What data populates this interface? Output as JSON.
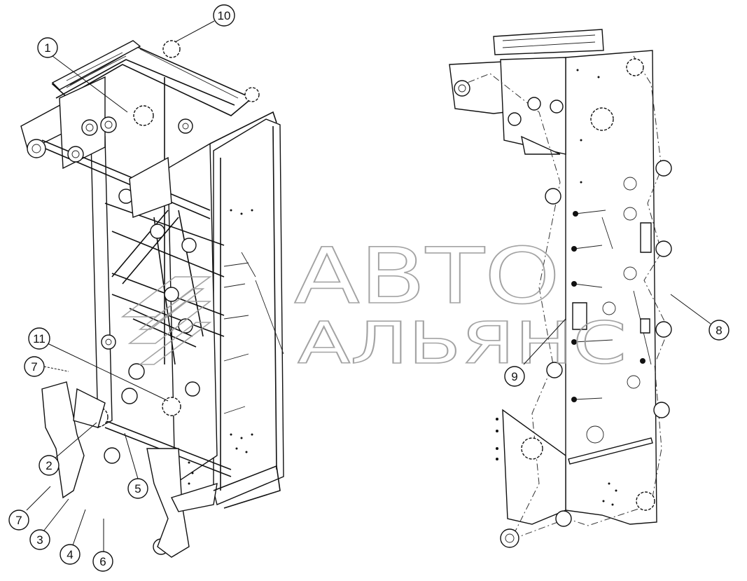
{
  "callouts": [
    {
      "num": "1"
    },
    {
      "num": "2"
    },
    {
      "num": "3"
    },
    {
      "num": "4"
    },
    {
      "num": "5"
    },
    {
      "num": "6"
    },
    {
      "num": "7"
    },
    {
      "num": "7"
    },
    {
      "num": "8"
    },
    {
      "num": "9"
    },
    {
      "num": "10"
    },
    {
      "num": "11"
    }
  ],
  "watermark": {
    "line1": "АВТО",
    "line2": "АЛЬЯНС",
    "color": "#9a9a9a"
  }
}
